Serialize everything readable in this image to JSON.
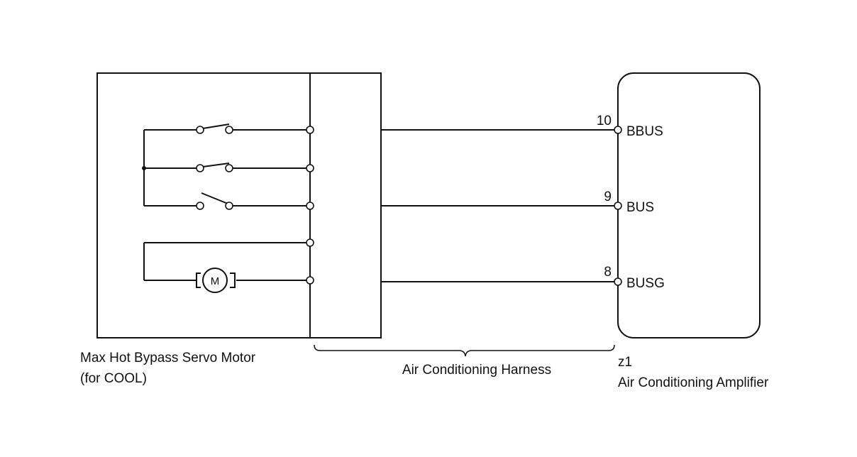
{
  "component_left": {
    "name_line1": "Max Hot Bypass Servo Motor",
    "name_line2": "(for COOL)",
    "motor_symbol": "M"
  },
  "harness": {
    "label": "Air Conditioning Harness"
  },
  "component_right": {
    "connector_id": "z1",
    "name": "Air Conditioning Amplifier",
    "pins": [
      {
        "number": "10",
        "name": "BBUS"
      },
      {
        "number": "9",
        "name": "BUS"
      },
      {
        "number": "8",
        "name": "BUSG"
      }
    ]
  }
}
